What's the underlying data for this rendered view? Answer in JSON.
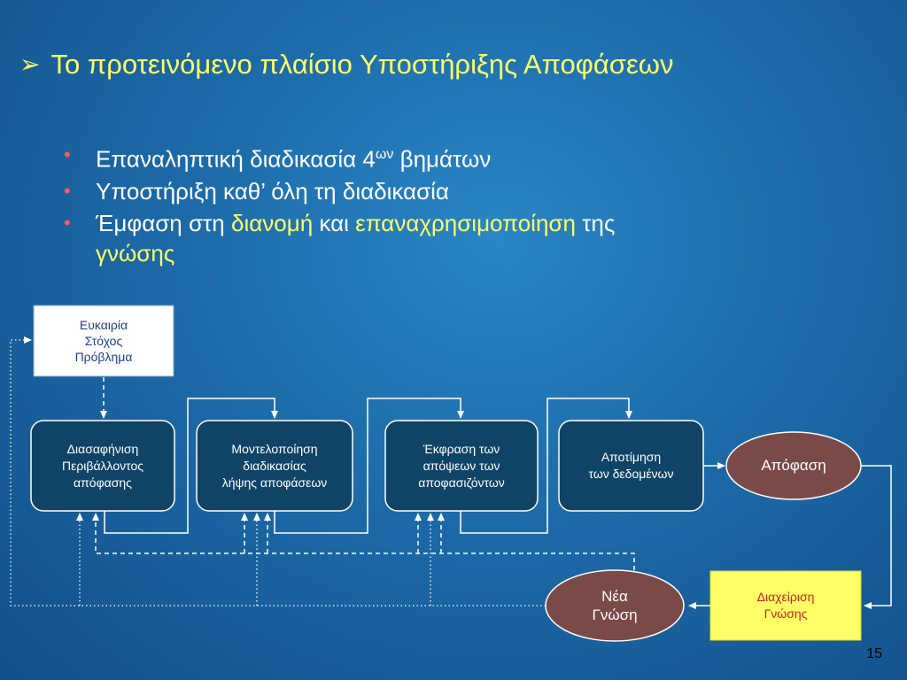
{
  "slide": {
    "title": "Το προτεινόμενο πλαίσιο Υποστήριξης Αποφάσεων",
    "page_number": "15"
  },
  "bullets": {
    "b1_text": "Επαναληπτική διαδικασία 4",
    "b1_sup": "ων",
    "b1_after": " βημάτων",
    "b2_text": "Υποστήριξη καθ’ όλη τη διαδικασία",
    "b3_pre": "Έμφαση στη ",
    "b3_hl1": "διανομή",
    "b3_mid": " και ",
    "b3_hl2": "επαναχρησιμοποίηση",
    "b3_post": " της ",
    "b3_hl3": "γνώσης"
  },
  "diagram": {
    "opportunity": {
      "line1": "Ευκαιρία",
      "line2": "Στόχος",
      "line3": "Πρόβλημα"
    },
    "step1": {
      "line1": "Διασαφήνιση",
      "line2": "Περιβάλλοντος",
      "line3": "απόφασης"
    },
    "step2": {
      "line1": "Μοντελοποίηση",
      "line2": "διαδικασίας",
      "line3": "λήψης αποφάσεων"
    },
    "step3": {
      "line1": "Έκφραση των",
      "line2": "απόψεων των",
      "line3": "αποφασιζόντων"
    },
    "step4": {
      "line1": "Αποτίμηση",
      "line2": "των δεδομένων"
    },
    "decision": {
      "label": "Απόφαση"
    },
    "new_knowledge": {
      "line1": "Νέα",
      "line2": "Γνώση"
    },
    "knowledge_mgmt": {
      "line1": "Διαχείριση",
      "line2": "Γνώσης"
    }
  },
  "colors": {
    "title": "#ffff66",
    "bullet_dot": "#ff5a5a",
    "step_box": "#0f4466",
    "ellipse": "#7a4a48",
    "knowledge_box": "#ffff66",
    "knowledge_text": "#cc2222"
  }
}
